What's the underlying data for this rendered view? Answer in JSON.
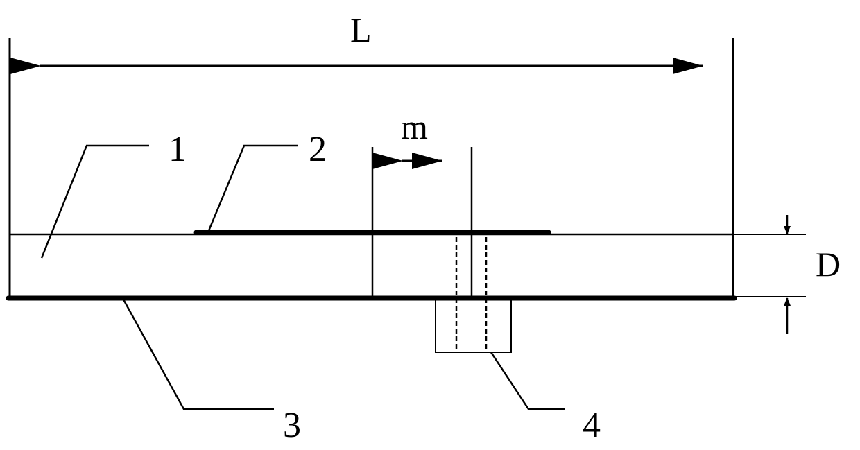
{
  "dimensions": {
    "length": "L",
    "gap": "m",
    "thickness": "D"
  },
  "parts": [
    {
      "id": "1"
    },
    {
      "id": "2"
    },
    {
      "id": "3"
    },
    {
      "id": "4"
    }
  ]
}
